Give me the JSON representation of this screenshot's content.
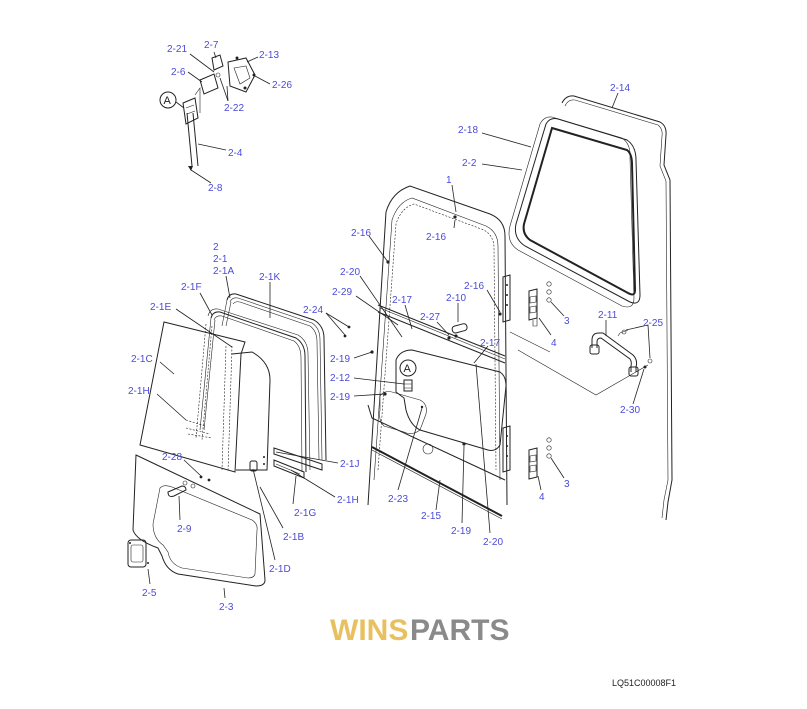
{
  "diagram": {
    "title_code": "LQ51C00008F1",
    "watermark": {
      "text_left": "WINS",
      "text_right": "PARTS",
      "color_left": "#e8c060",
      "color_right": "#8a8a8a"
    },
    "label_color": "#4a4ad8",
    "callout_A": "A",
    "labels": {
      "l_2_21": "2-21",
      "l_2_7": "2-7",
      "l_2_13": "2-13",
      "l_2_6": "2-6",
      "l_2_26": "2-26",
      "l_2_22": "2-22",
      "l_2_4": "2-4",
      "l_2_8": "2-8",
      "l_2_14": "2-14",
      "l_2_18": "2-18",
      "l_2_2": "2-2",
      "l_1": "1",
      "l_2_16a": "2-16",
      "l_2_16b": "2-16",
      "l_2_16c": "2-16",
      "l_2": "2",
      "l_2_1": "2-1",
      "l_2_1A": "2-1A",
      "l_2_1K": "2-1K",
      "l_2_1F": "2-1F",
      "l_2_1E": "2-1E",
      "l_2_1C": "2-1C",
      "l_2_1H": "2-1H",
      "l_2_28": "2-28",
      "l_2_9": "2-9",
      "l_2_5": "2-5",
      "l_2_3": "2-3",
      "l_2_1D": "2-1D",
      "l_2_1B": "2-1B",
      "l_2_1G": "2-1G",
      "l_2_1H2": "2-1H",
      "l_2_1J": "2-1J",
      "l_2_20a": "2-20",
      "l_2_29": "2-29",
      "l_2_24": "2-24",
      "l_2_17a": "2-17",
      "l_2_10": "2-10",
      "l_2_27": "2-27",
      "l_2_17b": "2-17",
      "l_2_19a": "2-19",
      "l_2_12": "2-12",
      "l_2_19b": "2-19",
      "l_2_23": "2-23",
      "l_2_15": "2-15",
      "l_2_19c": "2-19",
      "l_2_20b": "2-20",
      "l_3a": "3",
      "l_4a": "4",
      "l_3b": "3",
      "l_4b": "4",
      "l_2_11": "2-11",
      "l_2_25": "2-25",
      "l_2_30": "2-30"
    }
  }
}
